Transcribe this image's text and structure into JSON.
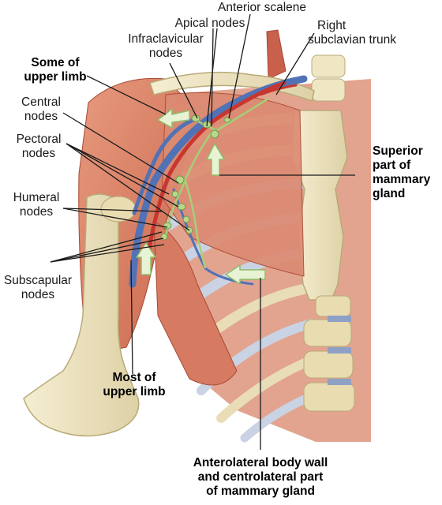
{
  "labels": {
    "anterior_scalene": [
      "Anterior scalene"
    ],
    "apical_nodes": [
      "Apical nodes"
    ],
    "infraclavicular_nodes": [
      "Infraclavicular",
      "nodes"
    ],
    "right_subclavian_trunk": [
      "Right",
      "subclavian trunk"
    ],
    "some_of_upper_limb": [
      "Some of",
      "upper limb"
    ],
    "central_nodes": [
      "Central",
      "nodes"
    ],
    "pectoral_nodes": [
      "Pectoral",
      "nodes"
    ],
    "superior_mammary": [
      "Superior",
      "part of",
      "mammary",
      "gland"
    ],
    "humeral_nodes": [
      "Humeral",
      "nodes"
    ],
    "subscapular_nodes": [
      "Subscapular",
      "nodes"
    ],
    "most_of_upper_limb": [
      "Most of",
      "upper limb"
    ],
    "anterolateral": [
      "Anterolateral body wall",
      "and centrolateral part",
      "of mammary gland"
    ]
  },
  "colors": {
    "muscle": "#d9826a",
    "muscle_dark": "#b9553f",
    "bone": "#efe6c4",
    "bone_shade": "#d8cc9f",
    "cartilage": "#c9d3e3",
    "vein": "#5272b6",
    "artery": "#c8372f",
    "lymph": "#b8d68c",
    "arrow": "#e8f2d4",
    "arrow_stroke": "#8fbc6a",
    "leader": "#1a1a1a"
  }
}
